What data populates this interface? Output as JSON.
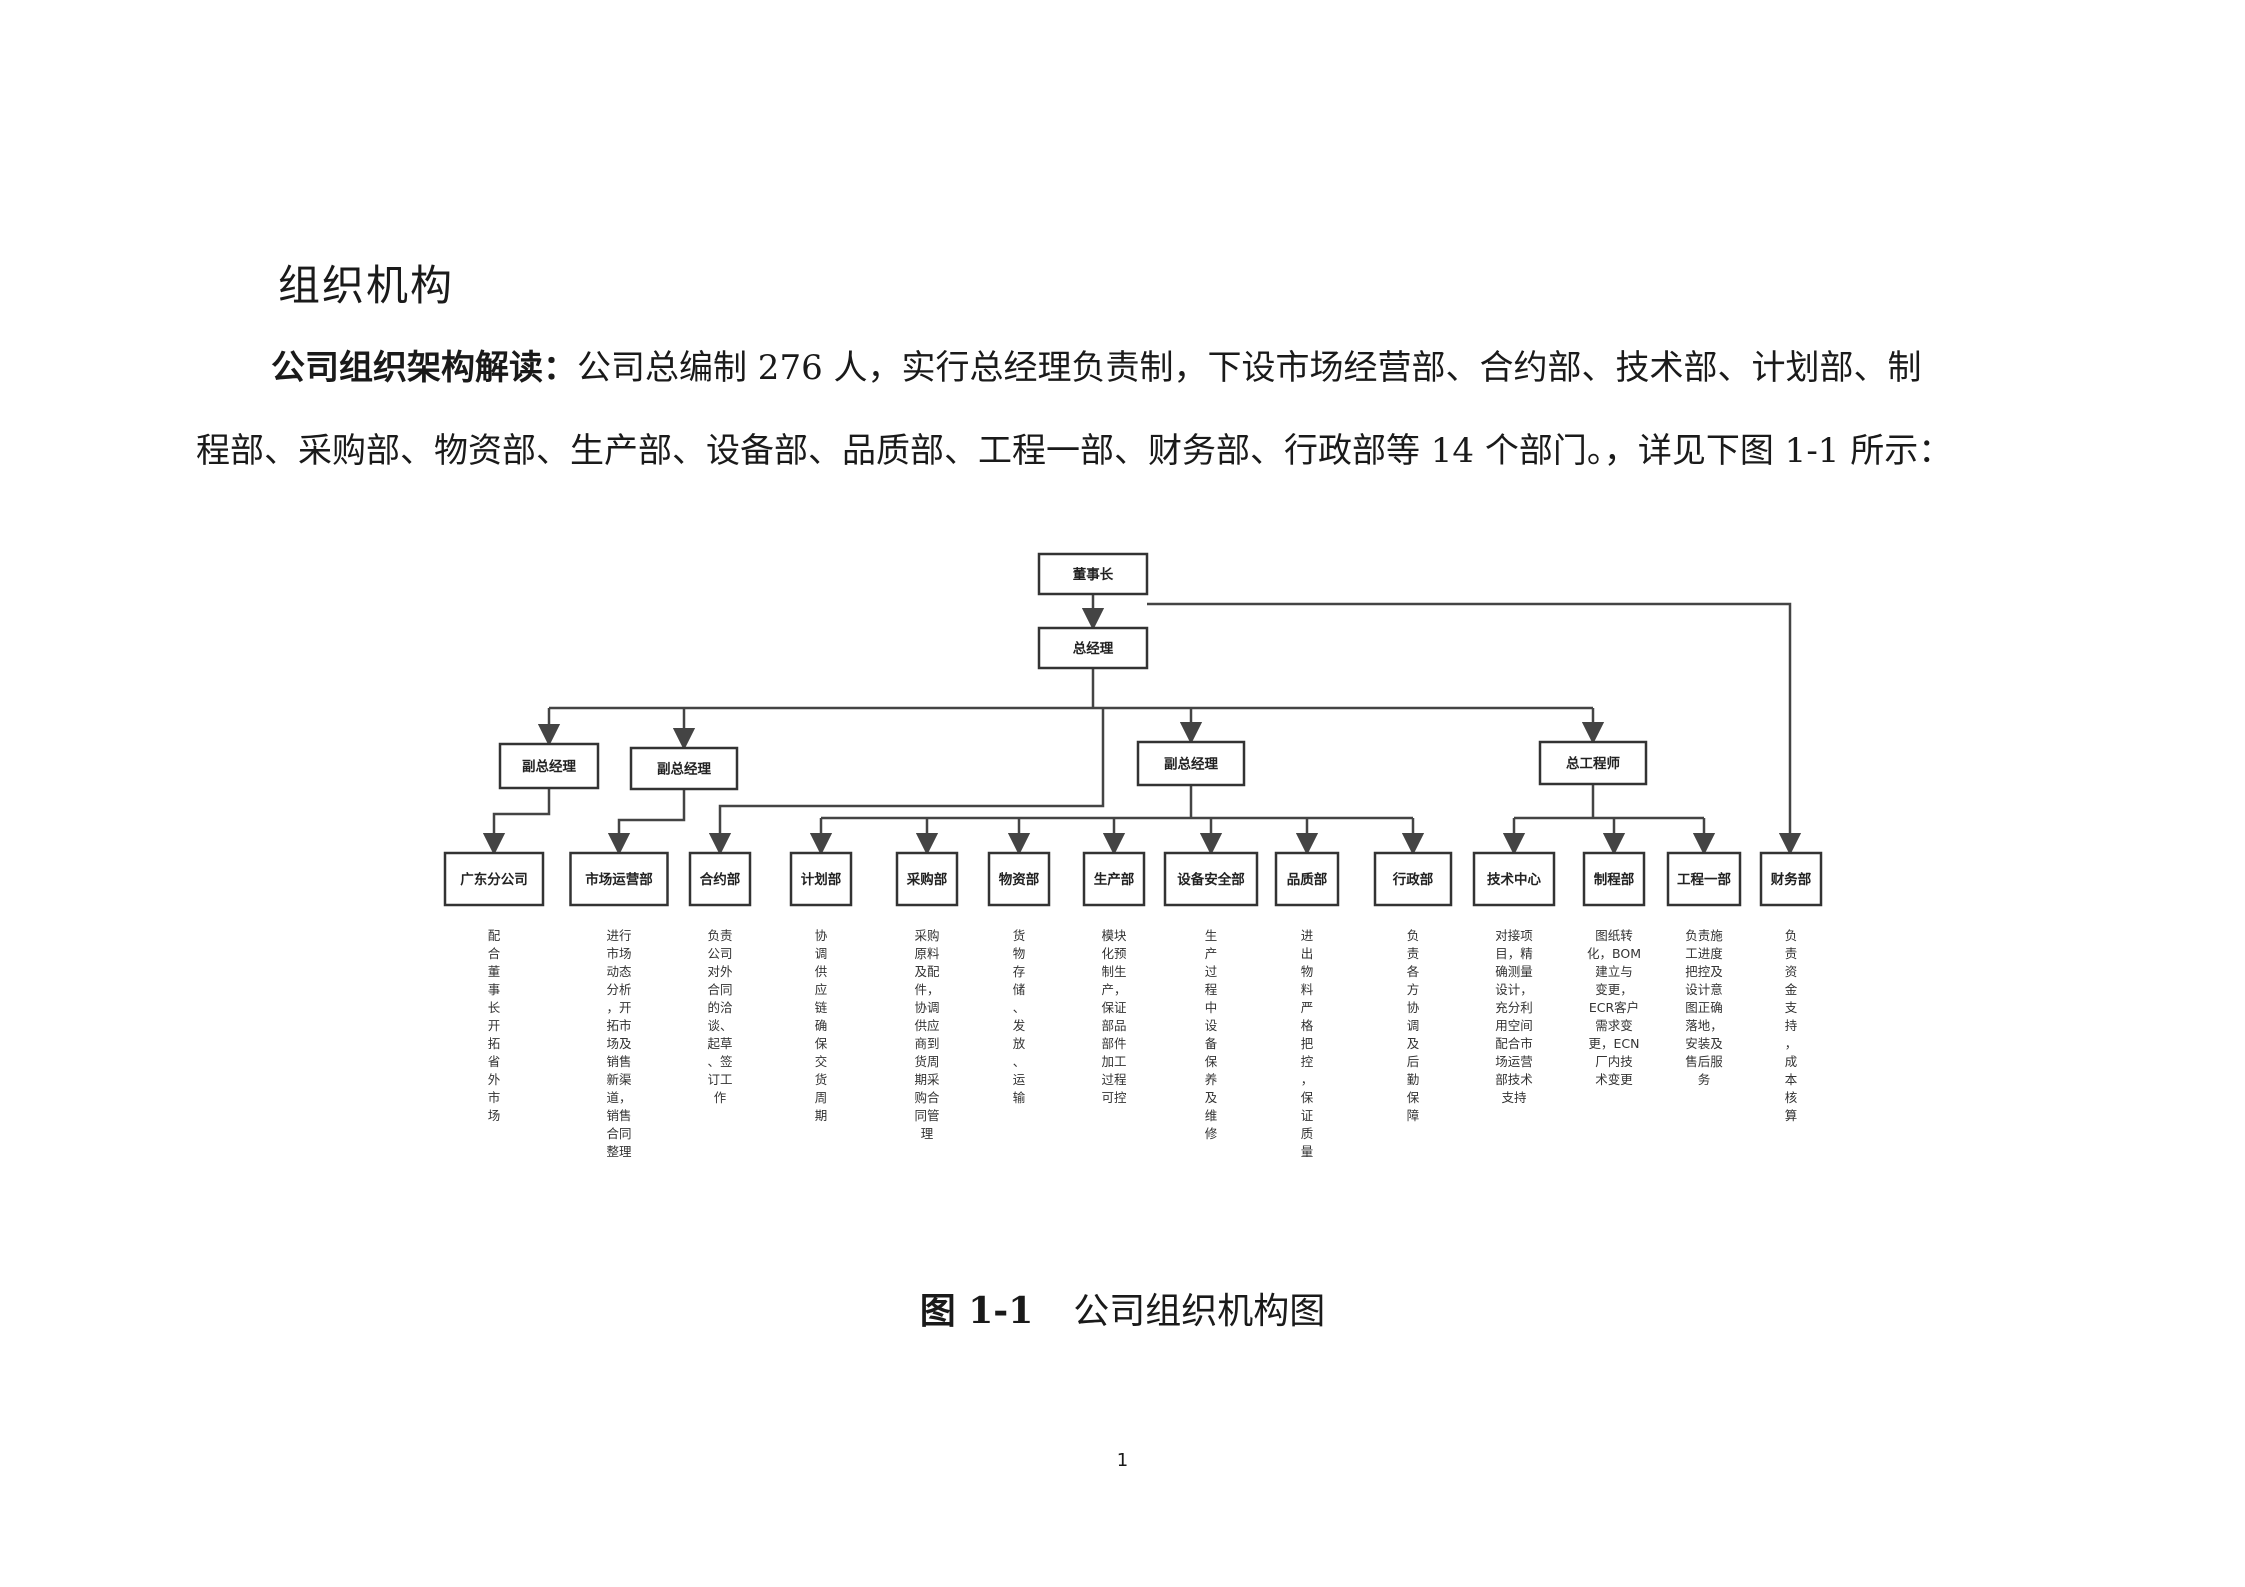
{
  "title": "组织机构",
  "paragraph": {
    "lead": "公司组织架构解读：",
    "line1_rest": "公司总编制 276 人，实行总经理负责制，下设市场经营部、合约部、技术部、计划部、制",
    "line2": "程部、采购部、物资部、生产部、设备部、品质部、工程一部、财务部、行政部等 14 个部门。，详见下图 1-1 所示："
  },
  "org_chart": {
    "chairman": "董事长",
    "general_manager": "总经理",
    "managers": [
      {
        "id": "vgm1",
        "label": "副总经理"
      },
      {
        "id": "vgm2",
        "label": "副总经理"
      },
      {
        "id": "vgm3",
        "label": "副总经理"
      },
      {
        "id": "chief",
        "label": "总工程师"
      }
    ],
    "departments": [
      {
        "id": "gd",
        "label": "广东分公司",
        "desc": "配合董事长开拓省外市场"
      },
      {
        "id": "mkt",
        "label": "市场运营部",
        "desc": "进行市场动态分析，开拓市场及销售新渠道，销售合同整理"
      },
      {
        "id": "contract",
        "label": "合约部",
        "desc": "负责公司对外合同的洽谈、起草、签订工作"
      },
      {
        "id": "plan",
        "label": "计划部",
        "desc": "协调供应链确保交货周期"
      },
      {
        "id": "purchase",
        "label": "采购部",
        "desc": "采购原料及配件，协调供应商到货周期采购合同管理"
      },
      {
        "id": "material",
        "label": "物资部",
        "desc": "货物存储、发放、运输"
      },
      {
        "id": "production",
        "label": "生产部",
        "desc": "模块化预制生产，保证部品部件加工过程可控"
      },
      {
        "id": "equipment",
        "label": "设备安全部",
        "desc": "生产过程中设备保养及维修"
      },
      {
        "id": "quality",
        "label": "品质部",
        "desc": "进出物料严格把控，保证质量"
      },
      {
        "id": "admin",
        "label": "行政部",
        "desc": "负责各方协调及后勤保障"
      },
      {
        "id": "tech",
        "label": "技术中心",
        "desc": "对接项目，精确测量设计，充分利用空间配合市场运营部技术支持"
      },
      {
        "id": "process",
        "label": "制程部",
        "desc": "图纸转化，BOM建立与变更，ECR客户需求变更，ECN厂内技术变更"
      },
      {
        "id": "eng1",
        "label": "工程一部",
        "desc": "负责施工进度把控及设计意图正确落地，安装及售后服务"
      },
      {
        "id": "finance",
        "label": "财务部",
        "desc": "负责资金支持，成本核算"
      }
    ]
  },
  "caption": {
    "number": "图 1-1",
    "text": "公司组织机构图"
  },
  "page_number": "1"
}
